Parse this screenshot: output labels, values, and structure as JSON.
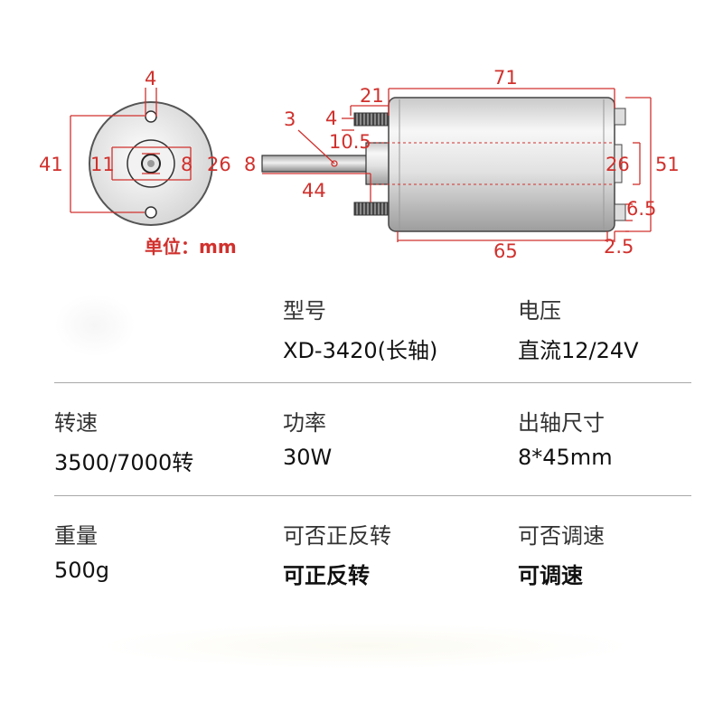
{
  "drawing": {
    "front_view": {
      "dims": {
        "hole": "4",
        "width": "41",
        "boss": "11",
        "shaft": "8",
        "mount": "26"
      }
    },
    "side_view": {
      "dims": {
        "length_total": "71",
        "front_len": "21",
        "screw": "4",
        "shaft_dia_small": "3",
        "boss_len": "10.5",
        "shaft_dia": "8",
        "shaft_len": "44",
        "body_len": "65",
        "rear_height": "26",
        "body_dia": "51",
        "terminal_offset": "6.5",
        "rear_len": "2.5"
      }
    },
    "unit_label": "单位：mm"
  },
  "specs": [
    [
      {
        "label": "",
        "value": ""
      },
      {
        "label": "型号",
        "value": "XD-3420(长轴)"
      },
      {
        "label": "电压",
        "value": "直流12/24V"
      }
    ],
    [
      {
        "label": "转速",
        "value": "3500/7000转"
      },
      {
        "label": "功率",
        "value": "30W"
      },
      {
        "label": "出轴尺寸",
        "value": "8*45mm"
      }
    ],
    [
      {
        "label": "重量",
        "value": "500g"
      },
      {
        "label": "可否正反转",
        "value": "可正反转"
      },
      {
        "label": "可否调速",
        "value": "可调速"
      }
    ]
  ],
  "colors": {
    "dimension": "#d0312d",
    "divider": "#a8a8a8",
    "text": "#222222"
  }
}
